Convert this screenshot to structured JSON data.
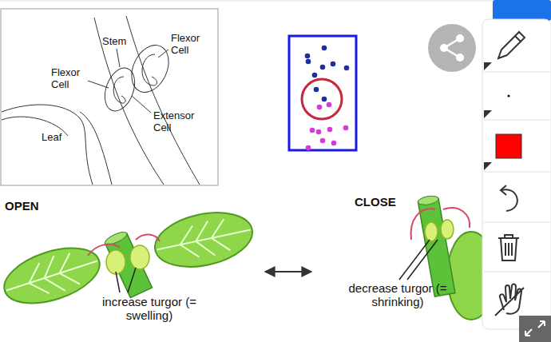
{
  "diagram": {
    "labels": [
      "Stem",
      "Flexor Cell",
      "Flexor Cell",
      "Extensor Cell",
      "Leaf",
      "OPEN",
      "CLOSE",
      "increase turgor (= swelling)",
      "decrease turgor (= shrinking)"
    ]
  }
}
